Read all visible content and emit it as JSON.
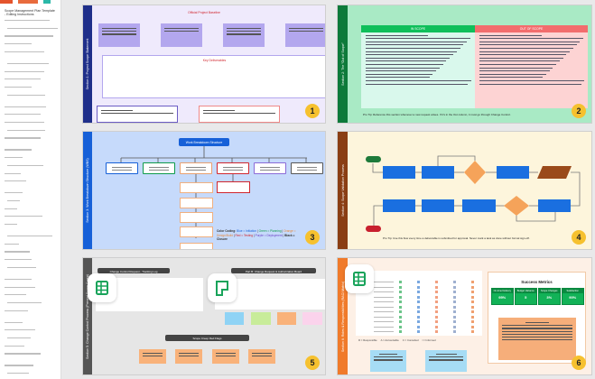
{
  "document": {
    "title": "Scope Management Plan Template - Editing Instructions"
  },
  "slides": [
    {
      "number": "1",
      "section": "Section 1: Project Scope Statement",
      "heading": "Official Project Baseline",
      "subheading": "Key Deliverables",
      "color": "#1f2f8a"
    },
    {
      "number": "2",
      "section": "Section 2: The \"Out of Scope\"",
      "in_scope": "IN SCOPE",
      "out_of_scope": "OUT OF SCOPE",
      "tip": "Pro Tip: Reference this section whenever a new request arises. If it's in the Out column, it must go through Change Control.",
      "color": "#0d7a3a"
    },
    {
      "number": "3",
      "section": "Section 3: Work Breakdown Structure (WBS)",
      "root": "Work Breakdown Structure",
      "legend": {
        "label": "Color Coding:",
        "items": [
          "Blue = Initiation",
          "Green = Planning",
          "Orange = Design/Build",
          "Red = Testing",
          "Purple = Deployment",
          "Black = Closure"
        ]
      },
      "color": "#1660d8"
    },
    {
      "number": "4",
      "section": "Section 4: Scope Validation Process",
      "tip": "Pro Tip: Use this flow every time a deliverable is submitted for approval. Never mark a task as done without formal sign-off.",
      "color": "#8a3e14"
    },
    {
      "number": "5",
      "section": "Section 5: Change Control Process (Prevent Scope Creep)",
      "log_title": "Change Control Request - Tracking Log",
      "board_title": "Part B: Change Request & Authorization Board",
      "flags_title": "Scope Creep Red Flags",
      "color": "#555555"
    },
    {
      "number": "6",
      "section": "Section 6: Roles & Responsibilities (RACI Matrix)",
      "metrics_title": "Success Metrics",
      "metrics": [
        {
          "label": "On-time Delivery",
          "value": "95%"
        },
        {
          "label": "Budget Variance",
          "value": "5"
        },
        {
          "label": "Scope Changes",
          "value": "3%"
        },
        {
          "label": "Satisfaction",
          "value": "90%"
        }
      ],
      "raci": [
        "R = Responsible",
        "A = Accountable",
        "C = Consulted",
        "I = Informed"
      ],
      "color": "#f07a2a"
    }
  ]
}
